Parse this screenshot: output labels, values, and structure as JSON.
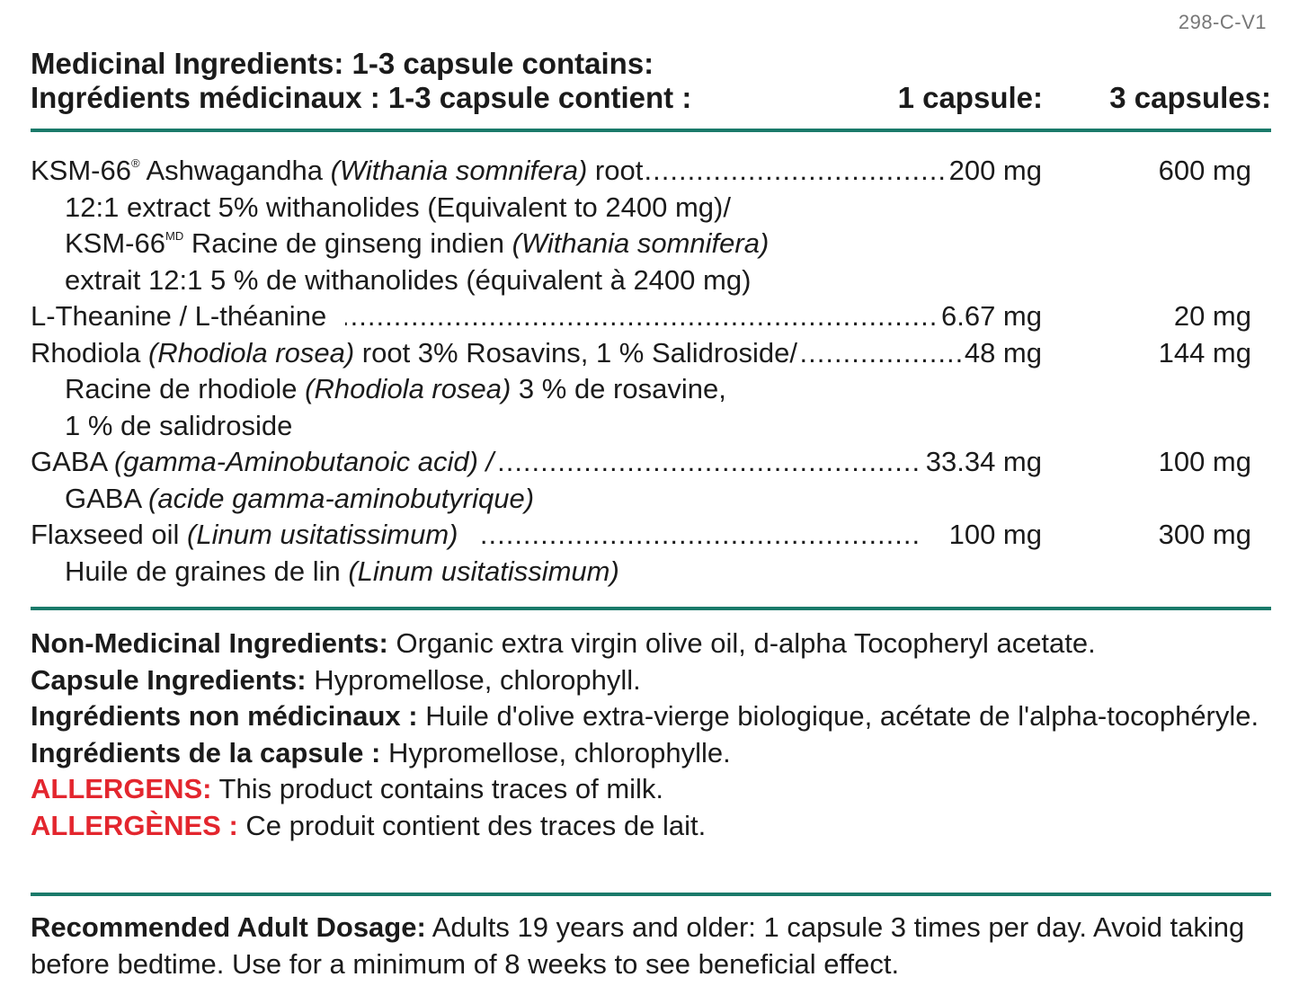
{
  "code": "298-C-V1",
  "header": {
    "line1": "Medicinal Ingredients: 1-3 capsule contains:",
    "line2": "Ingrédients médicinaux : 1-3 capsule contient :",
    "col1": "1 capsule:",
    "col2": "3 capsules:"
  },
  "ingredients": {
    "ksm": {
      "pre": "KSM-66",
      "reg": "®",
      "post": " Ashwagandha ",
      "latin": "(Withania somnifera)",
      "suffix": " root",
      "dose1": "200 mg",
      "dose3": "600 mg",
      "l2": "12:1 extract 5% withanolides (Equivalent to 2400 mg)/",
      "l3_pre": "KSM-66",
      "l3_md": "MD",
      "l3_post": " Racine de ginseng indien ",
      "l3_latin": "(Withania somnifera)",
      "l4": "extrait 12:1 5 % de withanolides (équivalent à 2400 mg)"
    },
    "theanine": {
      "name": "L-Theanine / L-théanine",
      "dose1": "6.67 mg",
      "dose3": "20 mg"
    },
    "rhodiola": {
      "pre": "Rhodiola ",
      "latin": "(Rhodiola rosea)",
      "post": " root 3% Rosavins, 1 % Salidroside/",
      "dose1": "48 mg",
      "dose3": "144 mg",
      "l2_pre": "Racine de rhodiole ",
      "l2_latin": "(Rhodiola rosea)",
      "l2_post": " 3 % de rosavine,",
      "l3": "1 % de salidroside"
    },
    "gaba": {
      "pre": "GABA ",
      "latin": "(gamma-Aminobutanoic acid) /",
      "dose1": "33.34 mg",
      "dose3": "100 mg",
      "l2_pre": "GABA ",
      "l2_latin": "(acide gamma-aminobutyrique)"
    },
    "flax": {
      "pre": "Flaxseed oil ",
      "latin": "(Linum usitatissimum)",
      "dose1": "100 mg",
      "dose3": "300 mg",
      "l2_pre": "Huile de graines de lin ",
      "l2_latin": "(Linum usitatissimum)"
    }
  },
  "nonmedicinal": {
    "en_label": "Non-Medicinal Ingredients:",
    "en_text": " Organic extra virgin olive oil, d-alpha Tocopheryl acetate.",
    "cap_label": "Capsule Ingredients:",
    "cap_text": " Hypromellose, chlorophyll.",
    "fr_label": "Ingrédients non médicinaux :",
    "fr_text": " Huile d'olive extra-vierge biologique, acétate de l'alpha-tocophéryle.",
    "capfr_label": "Ingrédients de la capsule :",
    "capfr_text": " Hypromellose, chlorophylle.",
    "allergen_en_label": "ALLERGENS:",
    "allergen_en_text": " This product contains traces of milk.",
    "allergen_fr_label": "ALLERGÈNES :",
    "allergen_fr_text": " Ce produit contient des traces de lait."
  },
  "dosage": {
    "label": "Recommended Adult Dosage:",
    "text": " Adults 19 years and older: 1 capsule 3 times per day. Avoid taking before bedtime. Use for a minimum of 8 weeks to see beneficial effect."
  },
  "colors": {
    "rule": "#1a7a6a",
    "allergen": "#e3262e"
  }
}
